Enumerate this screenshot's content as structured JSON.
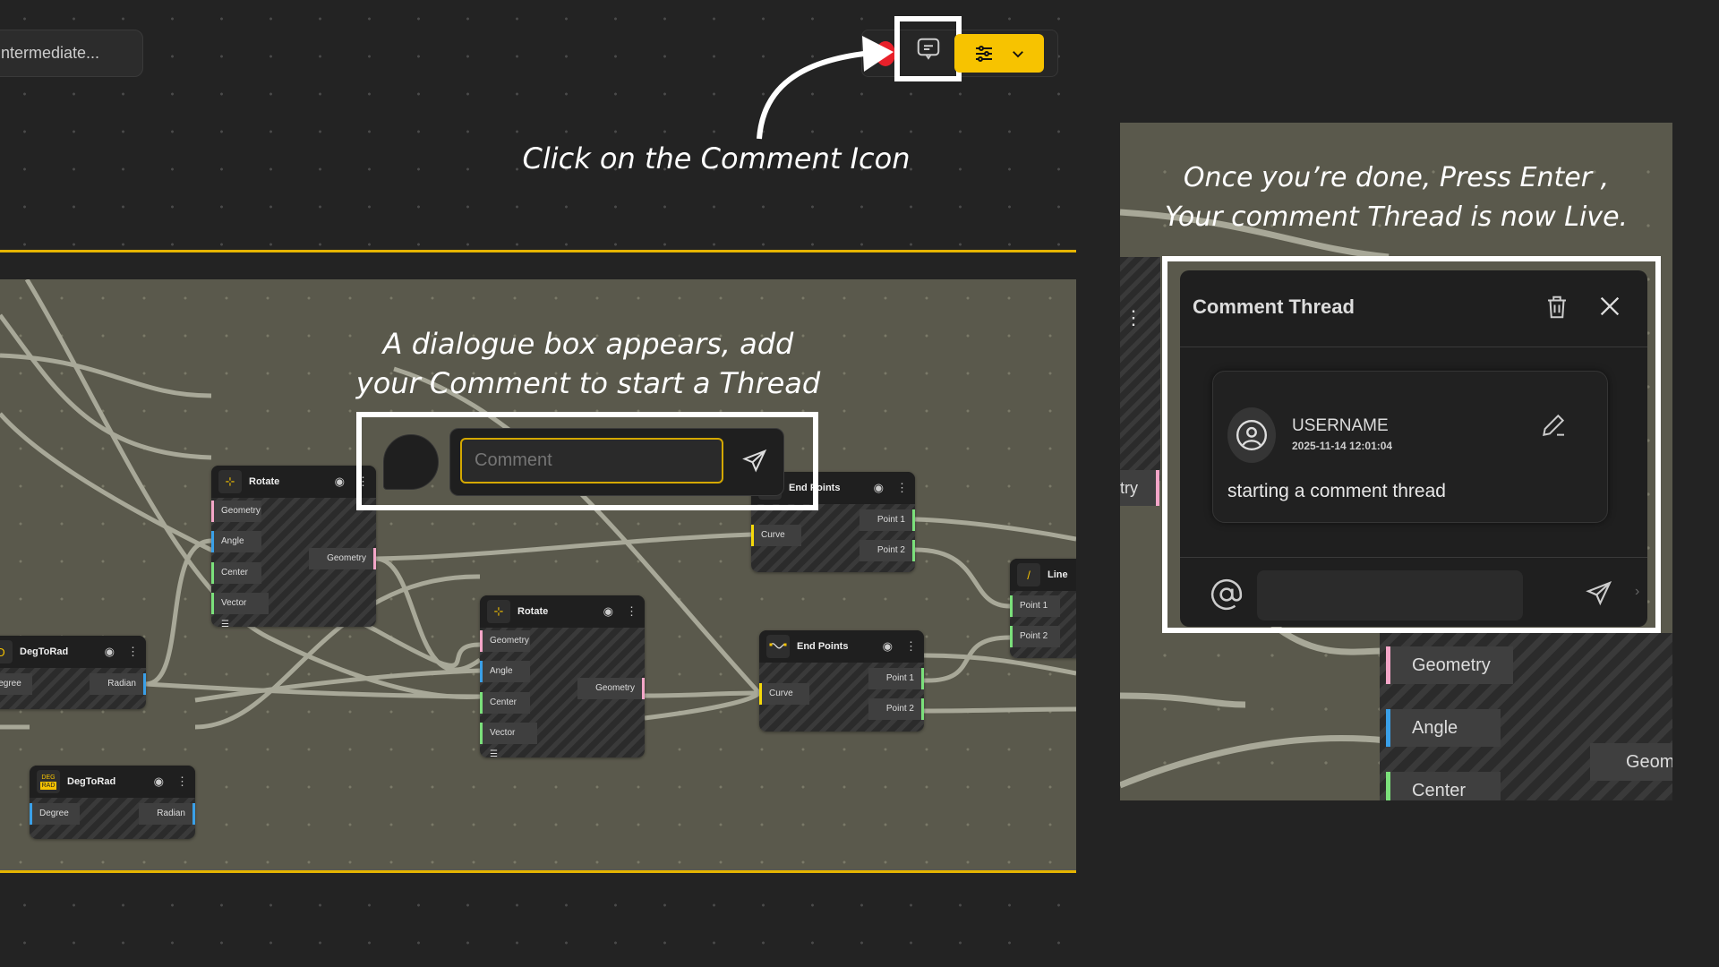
{
  "top_bar": {
    "project_label": "ntermediate...",
    "comment_icon": "comment-icon",
    "settings_icon": "sliders-icon",
    "dropdown_icon": "chevron-down-icon"
  },
  "captions": {
    "step1": "Click on the Comment Icon",
    "step2_line1": "A dialogue box appears, add",
    "step2_line2": "your Comment to start a Thread",
    "step3_line1": "Once you’re done, Press Enter ,",
    "step3_line2": "Your comment Thread is now Live."
  },
  "comment_dialog": {
    "placeholder": "Comment",
    "send_icon": "send-icon"
  },
  "colors": {
    "accent": "#f7c300",
    "canvas": "#5a594c",
    "background": "#232323",
    "geometry": "#f4a6c8",
    "angle": "#3aa0e8",
    "point": "#7be07b",
    "curve": "#f5d90a"
  },
  "nodes": [
    {
      "title": "Rotate",
      "inputs": [
        "Geometry",
        "Angle",
        "Center",
        "Vector"
      ],
      "outputs": [
        "Geometry"
      ]
    },
    {
      "title": "DegToRad",
      "inputs": [
        "Degree"
      ],
      "outputs": [
        "Radian"
      ]
    },
    {
      "title": "DegToRad",
      "inputs": [
        "Degree"
      ],
      "outputs": [
        "Radian"
      ],
      "badge": [
        "DEG",
        "RAD"
      ]
    },
    {
      "title": "Rotate",
      "inputs": [
        "Geometry",
        "Angle",
        "Center",
        "Vector"
      ],
      "outputs": [
        "Geometry"
      ]
    },
    {
      "title": "End Points",
      "inputs": [
        "Curve"
      ],
      "outputs": [
        "Point 1",
        "Point 2"
      ]
    },
    {
      "title": "End Points",
      "inputs": [
        "Curve"
      ],
      "outputs": [
        "Point 1",
        "Point 2"
      ]
    },
    {
      "title": "Line",
      "inputs": [
        "Point 1",
        "Point 2"
      ],
      "outputs": []
    }
  ],
  "thread": {
    "title": "Comment Thread",
    "username": "USERNAME",
    "timestamp": "2025-11-14 12:01:04",
    "message": "starting a comment thread",
    "reply_value": ""
  },
  "right_bg": {
    "left_port": "try",
    "ports": [
      "Geometry",
      "Angle",
      "Center"
    ],
    "output": "Geom"
  }
}
